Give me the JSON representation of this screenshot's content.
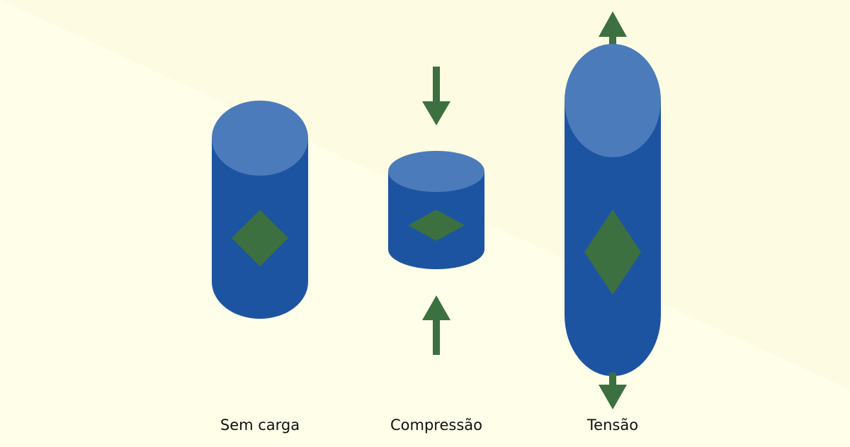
{
  "colors": {
    "background": "#fefee9",
    "background_band": "#fdfbe2",
    "cylinder_body": "#1d54a1",
    "cylinder_top": "#4b7bbb",
    "arrow": "#3c7040",
    "diamond": "#3c7040"
  },
  "states": [
    {
      "label": "Sem carga"
    },
    {
      "label": "Compressão"
    },
    {
      "label": "Tensão"
    }
  ]
}
